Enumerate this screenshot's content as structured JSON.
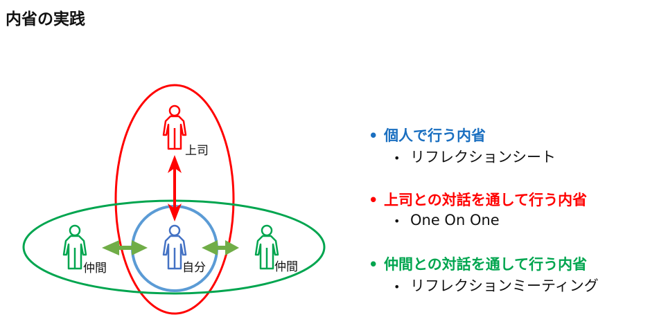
{
  "title": "内省の実践",
  "diagram": {
    "labels": {
      "boss": "上司",
      "self": "自分",
      "peer_left": "仲間",
      "peer_right": "仲間"
    }
  },
  "colors": {
    "boss": "#ff0000",
    "peer": "#00a54f",
    "self": "#4472c4",
    "self_circle": "#5b9bd5",
    "peer_arrow": "#70ad47",
    "individual": "#1a6fc0"
  },
  "items": [
    {
      "heading": "個人で行う内省",
      "sub": "リフレクションシート"
    },
    {
      "heading": "上司との対話を通して行う内省",
      "sub": "One On One"
    },
    {
      "heading": "仲間との対話を通して行う内省",
      "sub": "リフレクションミーティング"
    }
  ],
  "bullet": "•"
}
